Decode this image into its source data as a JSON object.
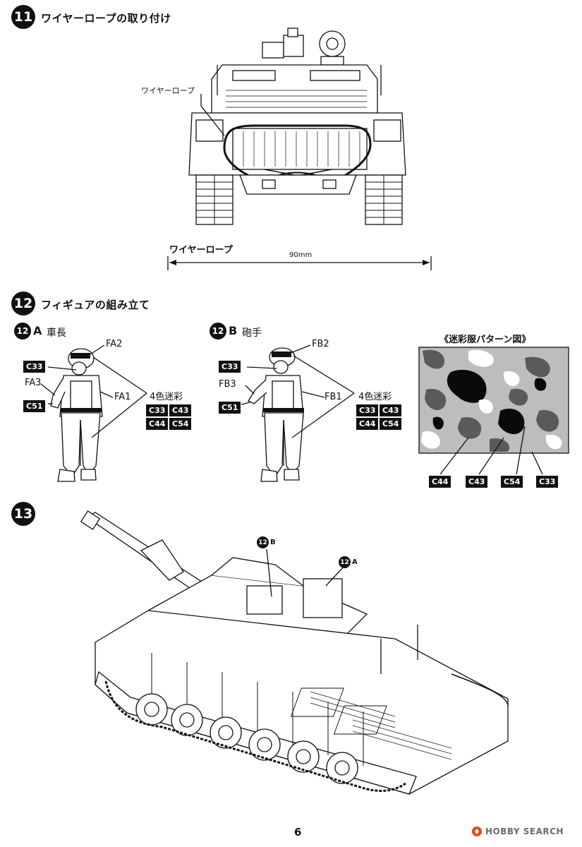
{
  "step11": {
    "number": "11",
    "title": "ワイヤーロープの取り付け",
    "callout": "ワイヤーロープ",
    "part_label": "ワイヤーロープ",
    "length": "90mm"
  },
  "step12": {
    "number": "12",
    "title": "フィギュアの組み立て",
    "figA": {
      "num": "12",
      "letter": "A",
      "name": "車長",
      "labels": {
        "head": "FA2",
        "arm": "FA3",
        "body": "FA1"
      },
      "codes": {
        "face": "C33",
        "hand": "C51"
      },
      "camo_label": "4色迷彩",
      "camo_codes": [
        "C33",
        "C43",
        "C44",
        "C54"
      ]
    },
    "figB": {
      "num": "12",
      "letter": "B",
      "name": "砲手",
      "labels": {
        "head": "FB2",
        "arm": "FB3",
        "body": "FB1"
      },
      "codes": {
        "face": "C33",
        "hand": "C51"
      },
      "camo_label": "4色迷彩",
      "camo_codes": [
        "C33",
        "C43",
        "C44",
        "C54"
      ]
    },
    "pattern": {
      "title": "《迷彩服パターン図》",
      "legend": [
        "C44",
        "C43",
        "C54",
        "C33"
      ],
      "colors": {
        "base": "#bdbdbd",
        "dark": "#5a5a5a",
        "black": "#0a0a0a",
        "white": "#ffffff"
      }
    }
  },
  "step13": {
    "number": "13",
    "markers": [
      {
        "num": "12",
        "letter": "B"
      },
      {
        "num": "12",
        "letter": "A"
      }
    ]
  },
  "page_number": "6",
  "watermark": {
    "icon": "hobby-search-logo-icon",
    "text": "HOBBY SEARCH"
  }
}
